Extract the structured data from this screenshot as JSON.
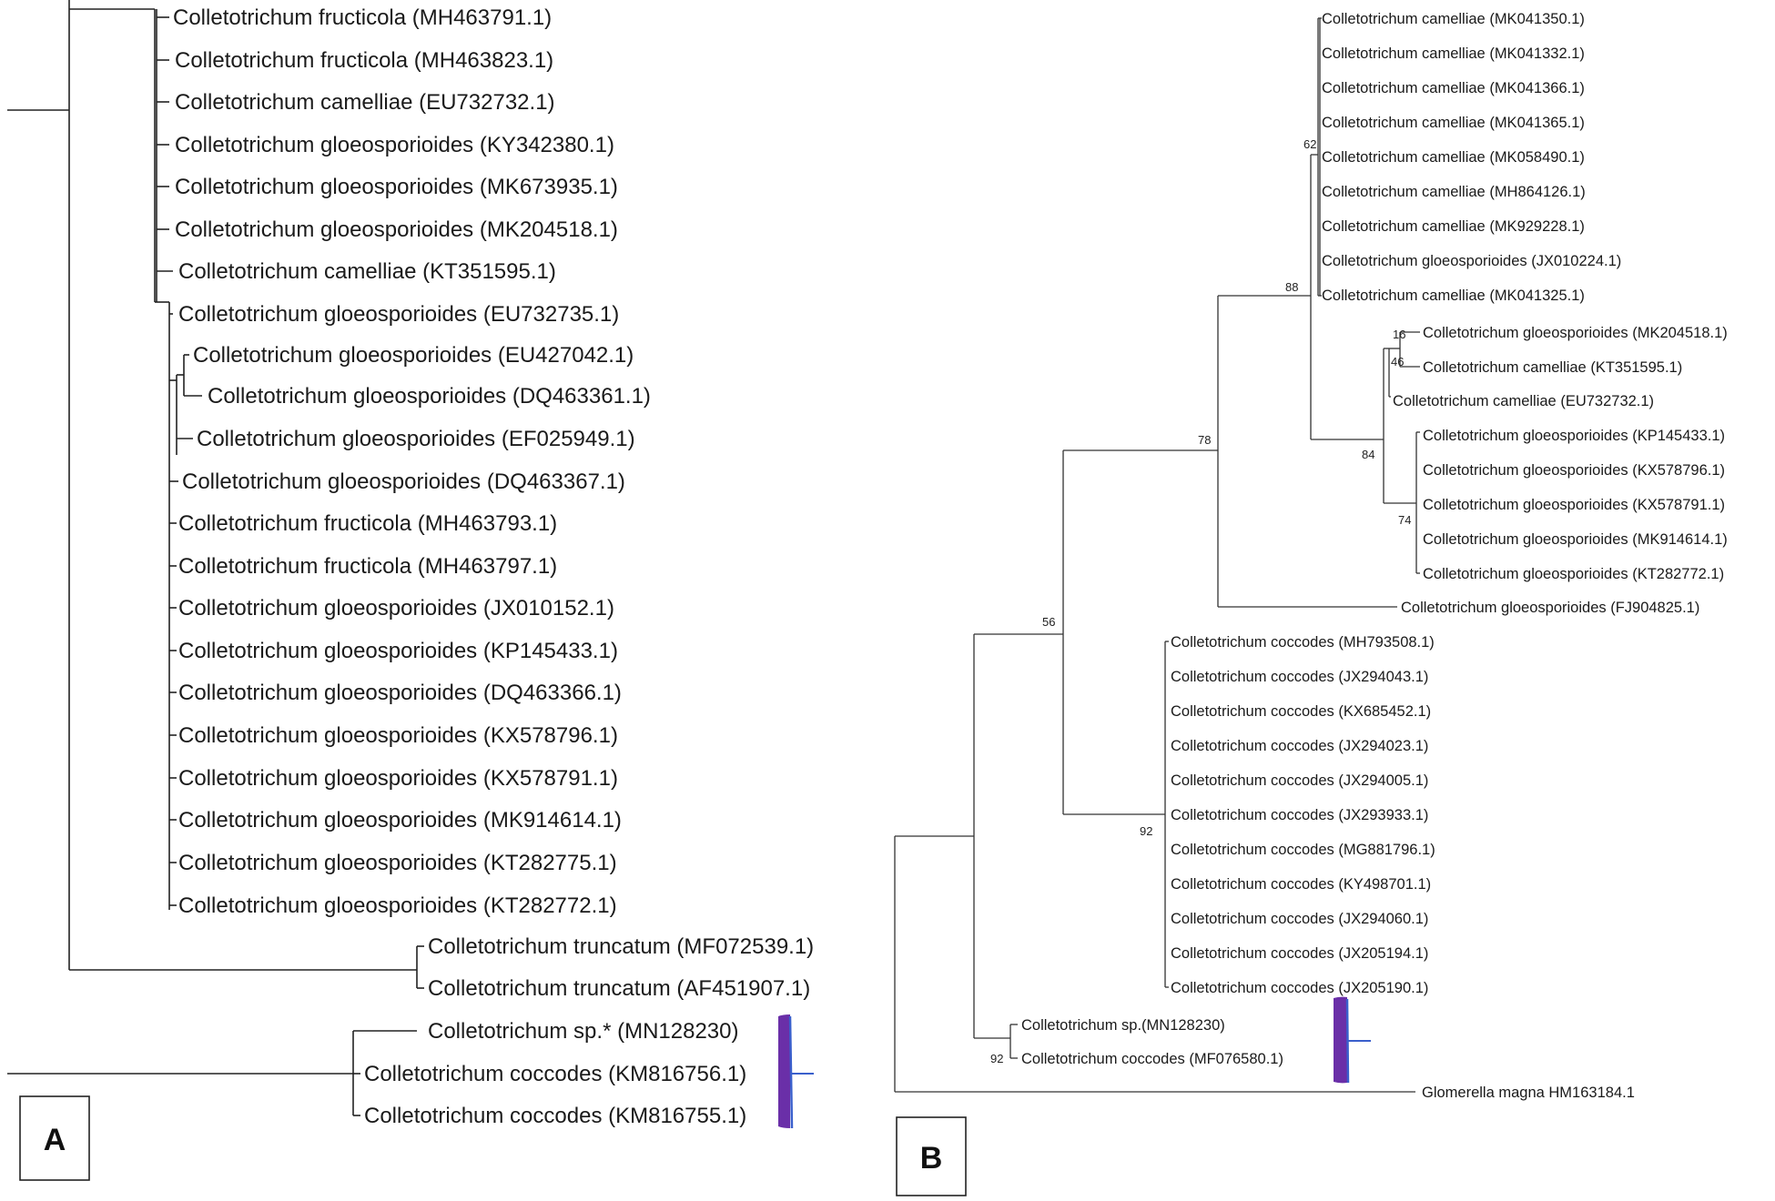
{
  "panels": [
    {
      "letter": "A"
    },
    {
      "letter": "B"
    }
  ],
  "accent_color": "#6a2fa8",
  "tree_a": {
    "leaves": [
      "Colletotrichum fructicola (MH463791.1)",
      "Colletotrichum fructicola (MH463823.1)",
      "Colletotrichum camelliae (EU732732.1)",
      "Colletotrichum gloeosporioides (KY342380.1)",
      "Colletotrichum gloeosporioides (MK673935.1)",
      "Colletotrichum gloeosporioides (MK204518.1)",
      "Colletotrichum camelliae (KT351595.1)",
      "Colletotrichum gloeosporioides (EU732735.1)",
      "Colletotrichum gloeosporioides (EU427042.1)",
      "Colletotrichum gloeosporioides (DQ463361.1)",
      "Colletotrichum gloeosporioides (EF025949.1)",
      "Colletotrichum gloeosporioides (DQ463367.1)",
      "Colletotrichum fructicola (MH463793.1)",
      "Colletotrichum fructicola (MH463797.1)",
      "Colletotrichum gloeosporioides (JX010152.1)",
      "Colletotrichum gloeosporioides (KP145433.1)",
      "Colletotrichum gloeosporioides (DQ463366.1)",
      "Colletotrichum gloeosporioides (KX578796.1)",
      "Colletotrichum gloeosporioides (KX578791.1)",
      "Colletotrichum gloeosporioides (MK914614.1)",
      "Colletotrichum gloeosporioides (KT282775.1)",
      "Colletotrichum gloeosporioides (KT282772.1)",
      "Colletotrichum truncatum (MF072539.1)",
      "Colletotrichum truncatum (AF451907.1)",
      "Colletotrichum sp.* (MN128230)",
      "Colletotrichum coccodes (KM816756.1)",
      "Colletotrichum coccodes (KM816755.1)"
    ]
  },
  "tree_b": {
    "leaves": [
      "Colletotrichum camelliae (MK041350.1)",
      "Colletotrichum camelliae (MK041332.1)",
      "Colletotrichum camelliae (MK041366.1)",
      "Colletotrichum camelliae (MK041365.1)",
      "Colletotrichum camelliae (MK058490.1)",
      "Colletotrichum camelliae (MH864126.1)",
      "Colletotrichum camelliae (MK929228.1)",
      "Colletotrichum gloeosporioides (JX010224.1)",
      "Colletotrichum camelliae (MK041325.1)",
      "Colletotrichum gloeosporioides (MK204518.1)",
      "Colletotrichum camelliae (KT351595.1)",
      "Colletotrichum camelliae (EU732732.1)",
      "Colletotrichum gloeosporioides (KP145433.1)",
      "Colletotrichum gloeosporioides (KX578796.1)",
      "Colletotrichum gloeosporioides (KX578791.1)",
      "Colletotrichum gloeosporioides (MK914614.1)",
      "Colletotrichum gloeosporioides (KT282772.1)",
      "Colletotrichum gloeosporioides (FJ904825.1)",
      "Colletotrichum coccodes (MH793508.1)",
      "Colletotrichum coccodes (JX294043.1)",
      "Colletotrichum coccodes (KX685452.1)",
      "Colletotrichum coccodes (JX294023.1)",
      "Colletotrichum coccodes (JX294005.1)",
      "Colletotrichum coccodes (JX293933.1)",
      "Colletotrichum coccodes (MG881796.1)",
      "Colletotrichum coccodes (KY498701.1)",
      "Colletotrichum coccodes (JX294060.1)",
      "Colletotrichum coccodes (JX205194.1)",
      "Colletotrichum coccodes (JX205190.1)",
      "Colletotrichum sp.(MN128230)",
      "Colletotrichum coccodes (MF076580.1)",
      "Glomerella magna HM163184.1"
    ],
    "bootstrap": [
      "62",
      "88",
      "16",
      "46",
      "84",
      "74",
      "78",
      "56",
      "92",
      "92"
    ]
  }
}
